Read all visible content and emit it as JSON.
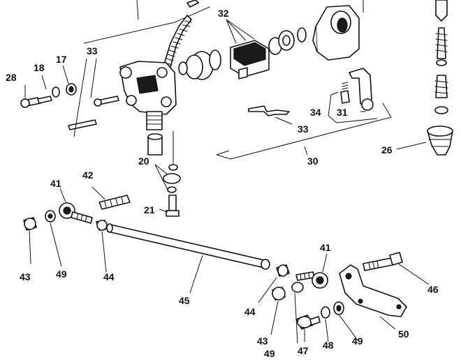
{
  "diagram": {
    "labels": [
      {
        "key": "c17",
        "text": "17"
      },
      {
        "key": "c18",
        "text": "18"
      },
      {
        "key": "c20",
        "text": "20"
      },
      {
        "key": "c21",
        "text": "21"
      },
      {
        "key": "c26",
        "text": "26"
      },
      {
        "key": "c28",
        "text": "28"
      },
      {
        "key": "c30",
        "text": "30"
      },
      {
        "key": "c31",
        "text": "31"
      },
      {
        "key": "c32",
        "text": "32"
      },
      {
        "key": "c33a",
        "text": "33"
      },
      {
        "key": "c33b",
        "text": "33"
      },
      {
        "key": "c34",
        "text": "34"
      },
      {
        "key": "c41a",
        "text": "41"
      },
      {
        "key": "c41b",
        "text": "41"
      },
      {
        "key": "c42",
        "text": "42"
      },
      {
        "key": "c43a",
        "text": "43"
      },
      {
        "key": "c43b",
        "text": "43"
      },
      {
        "key": "c44a",
        "text": "44"
      },
      {
        "key": "c44b",
        "text": "44"
      },
      {
        "key": "c45",
        "text": "45"
      },
      {
        "key": "c46",
        "text": "46"
      },
      {
        "key": "c47",
        "text": "47"
      },
      {
        "key": "c48",
        "text": "48"
      },
      {
        "key": "c49a",
        "text": "49"
      },
      {
        "key": "c49b",
        "text": "49"
      },
      {
        "key": "c49c",
        "text": "49"
      },
      {
        "key": "c50",
        "text": "50"
      }
    ]
  }
}
